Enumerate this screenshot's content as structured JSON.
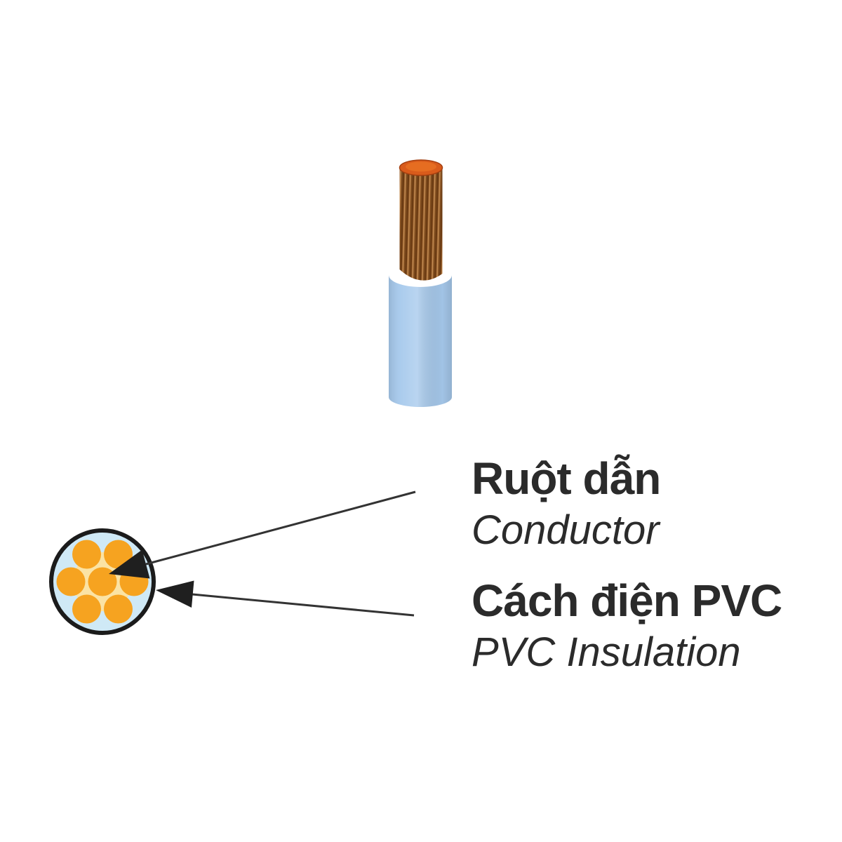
{
  "page": {
    "background": "#ffffff"
  },
  "wire": {
    "conductor": {
      "strand_base_color": "#9a6231",
      "top_face_color": "#d95b1b"
    },
    "insulation": {
      "body_color": "#a6c9ec",
      "cut_face_color": "#ffffff"
    }
  },
  "cross_section": {
    "outline_color": "#1b1b1b",
    "fill_color": "#cfe9f6",
    "strand_color": "#f6a320",
    "strand_gap_color": "#fbe3a4",
    "strand_count": 7
  },
  "callouts": {
    "arrow_color": "#333333",
    "arrowhead_color": "#1f1f1f",
    "text_color": "#2b2b2b",
    "conductor": {
      "vi": "Ruột dẫn",
      "en": "Conductor"
    },
    "insulation": {
      "vi": "Cách điện PVC",
      "en": "PVC Insulation"
    }
  }
}
